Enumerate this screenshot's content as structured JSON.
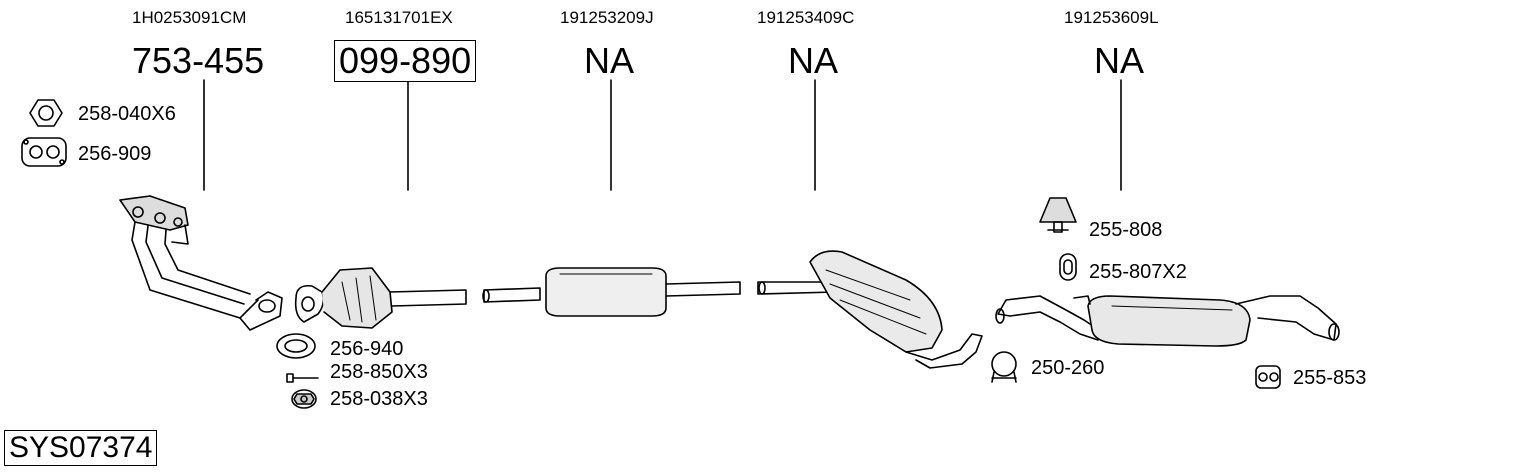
{
  "system_code": "SYS07374",
  "columns": [
    {
      "oem": "1H0253091CM",
      "part": "753-455"
    },
    {
      "oem": "165131701EX",
      "part": "099-890"
    },
    {
      "oem": "191253209J",
      "part": "NA"
    },
    {
      "oem": "191253409C",
      "part": "NA"
    },
    {
      "oem": "191253609L",
      "part": "NA"
    }
  ],
  "accessories": [
    {
      "label": "258-040X6",
      "icon": "hex-nut-icon"
    },
    {
      "label": "256-909",
      "icon": "flange-gasket-icon"
    },
    {
      "label": "256-940",
      "icon": "ring-gasket-icon"
    },
    {
      "label": "258-850X3",
      "icon": "bolt-icon"
    },
    {
      "label": "258-038X3",
      "icon": "flange-nut-icon"
    },
    {
      "label": "255-808",
      "icon": "rubber-mount-icon"
    },
    {
      "label": "255-807X2",
      "icon": "rubber-ring-icon"
    },
    {
      "label": "250-260",
      "icon": "pipe-clamp-icon"
    },
    {
      "label": "255-853",
      "icon": "hanger-icon"
    }
  ]
}
